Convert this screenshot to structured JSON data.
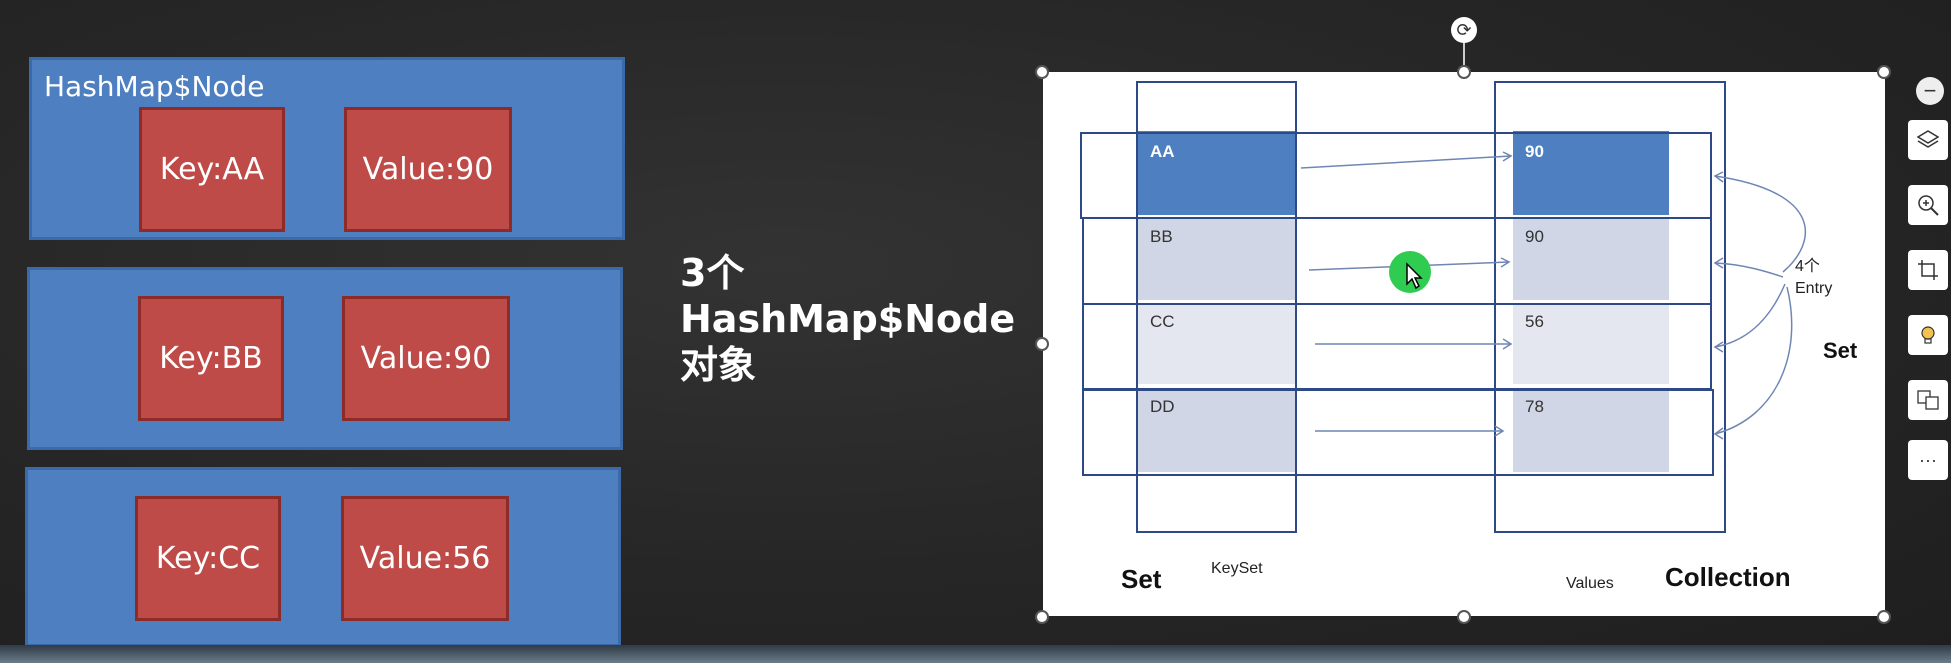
{
  "nodes": [
    {
      "title": "HashMap$Node",
      "key": "Key:AA",
      "value": "Value:90"
    },
    {
      "key": "Key:BB",
      "value": "Value:90"
    },
    {
      "key": "Key:CC",
      "value": "Value:56"
    }
  ],
  "center_label": {
    "line1": "3个",
    "line2": "HashMap$Node",
    "line3": "对象"
  },
  "diagram": {
    "keys": [
      "AA",
      "BB",
      "CC",
      "DD"
    ],
    "values": [
      "90",
      "90",
      "56",
      "78"
    ],
    "entry_label_1": "4个",
    "entry_label_2": "Entry",
    "right_set": "Set",
    "left_set": "Set",
    "keyset": "KeySet",
    "values_label": "Values",
    "collection": "Collection"
  },
  "toolbar": {
    "icons": [
      "minus-icon",
      "layers-icon",
      "zoom-icon",
      "crop-icon",
      "lightbulb-icon",
      "translate-icon",
      "more-icon"
    ],
    "more": "···"
  }
}
